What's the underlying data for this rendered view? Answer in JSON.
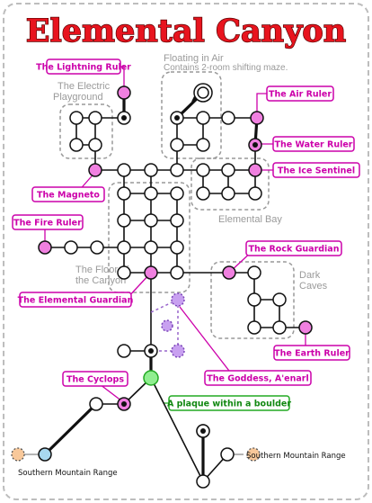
{
  "title": "Elemental Canyon",
  "zones": {
    "floating_in_air": "Floating in Air",
    "floating_note": "Contains 2-room shifting maze.",
    "electric_line1": "The Electric",
    "electric_line2": "Playground",
    "elemental_bay": "Elemental Bay",
    "floor_line1": "The Floor of",
    "floor_line2": "the Canyon",
    "dark_line1": "Dark",
    "dark_line2": "Caves"
  },
  "bosses": {
    "lightning_ruler": "The Lightning Ruler",
    "air_ruler": "The Air Ruler",
    "water_ruler": "The Water Ruler",
    "ice_sentinel": "The Ice Sentinel",
    "magneto": "The Magneto",
    "fire_ruler": "The Fire Ruler",
    "rock_guardian": "The Rock Guardian",
    "elemental_guardian": "The Elemental Guardian",
    "earth_ruler": "The Earth Ruler",
    "goddess": "The Goddess, A'enarl",
    "cyclops": "The Cyclops"
  },
  "plaque": "A plaque within a boulder",
  "exits": {
    "south_left": "Southern Mountain Range",
    "south_right": "Southern Mountain Range"
  },
  "colors": {
    "boss": "#f080e0",
    "boss_border": "#cc00aa",
    "goddess_node": "#c8a0f0",
    "plaque_node": "#90ee90",
    "plaque_border": "#22aa22",
    "exit_orange": "#f8c89a",
    "exit_blue": "#a8d8f0",
    "title_red": "#e8141e"
  }
}
